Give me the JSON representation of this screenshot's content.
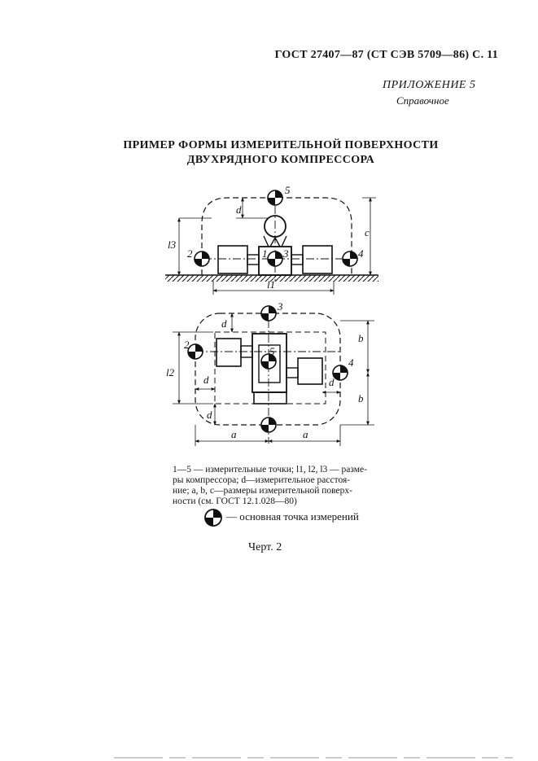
{
  "header": {
    "running_title": "ГОСТ 27407—87 (СТ СЭВ 5709—86) С. 11",
    "appendix": "ПРИЛОЖЕНИЕ 5",
    "appendix_type": "Справочное"
  },
  "title": {
    "line1": "ПРИМЕР ФОРМЫ ИЗМЕРИТЕЛЬНОЙ ПОВЕРХНОСТИ",
    "line2": "ДВУХРЯДНОГО КОМПРЕССОРА"
  },
  "figure": {
    "side_view": {
      "points": [
        "1",
        "2",
        "3",
        "4",
        "5"
      ],
      "dims": {
        "d": "d",
        "c": "c",
        "l3": "l3",
        "l1": "l1"
      }
    },
    "top_view": {
      "points": [
        "2",
        "3",
        "4",
        "5"
      ],
      "dims": {
        "d": "d",
        "b": "b",
        "a": "a",
        "l2": "l2"
      }
    }
  },
  "caption": {
    "line1": "1—5 — измерительные точки; l1, l2, l3 — разме-",
    "line2": "ры компрессора; d—измерительное расстоя-",
    "line3": "ние; a, b, c—размеры измерительной поверх-",
    "line4": "ности (см. ГОСТ 12.1.028—80)"
  },
  "legend": {
    "text": "— основная точка измерений"
  },
  "figure_label": "Черт. 2"
}
